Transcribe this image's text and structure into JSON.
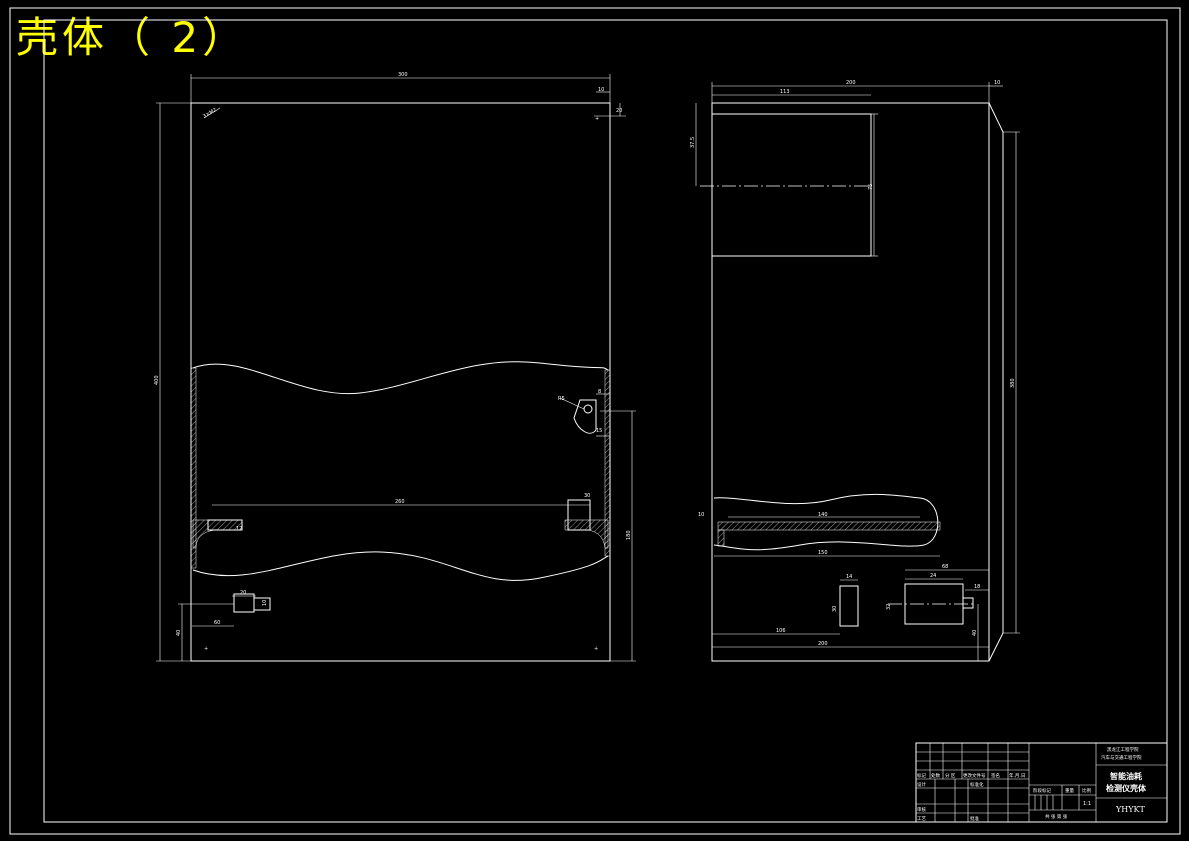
{
  "sheet_title": "壳体（ 2）",
  "colors": {
    "background": "#000000",
    "lines": "#ffffff",
    "title": "#ffff00"
  },
  "front_view": {
    "dims": {
      "width_top": "300",
      "offset_10": "10",
      "offset_20": "20",
      "hole_note": "3×M2",
      "height_total": "400",
      "slot_len": "260",
      "slot_w": "30",
      "clip_r": "R5",
      "clip_a": "8",
      "clip_b": "15",
      "side_180": "180",
      "small_12": "12",
      "bottom_40": "40",
      "bottom_60": "60",
      "small_20": "20",
      "small_10": "10"
    }
  },
  "side_view": {
    "dims": {
      "width_total": "200",
      "chamfer_10": "10",
      "inner_113": "113",
      "h_37_5": "37.5",
      "h_75": "75",
      "h_380": "380",
      "shelf_140": "140",
      "shelf_10": "10",
      "shelf_150": "150",
      "d_68": "68",
      "d_18": "18",
      "d_24": "24",
      "d_14": "14",
      "d_30": "30",
      "d_32": "32",
      "base_106": "106",
      "base_200": "200",
      "base_40": "40"
    }
  },
  "title_block": {
    "school_line1": "黑龙江工程学院",
    "school_line2": "汽车与交通工程学院",
    "part_name_line1": "智能油耗",
    "part_name_line2": "检测仪壳体",
    "code": "YHYKT",
    "scale": "1:1",
    "label_stage": "阶段标记",
    "label_weight": "重量",
    "label_scale": "比例",
    "label_mark": "标记",
    "label_count": "处数",
    "label_zone": "分 区",
    "label_docno": "更改文件号",
    "label_sign": "签名",
    "label_date": "年.月.日",
    "label_design": "设计",
    "label_std": "标准化",
    "label_check": "审核",
    "label_process": "工艺",
    "label_approve": "批准",
    "label_sheets": "共 张 第 张"
  }
}
